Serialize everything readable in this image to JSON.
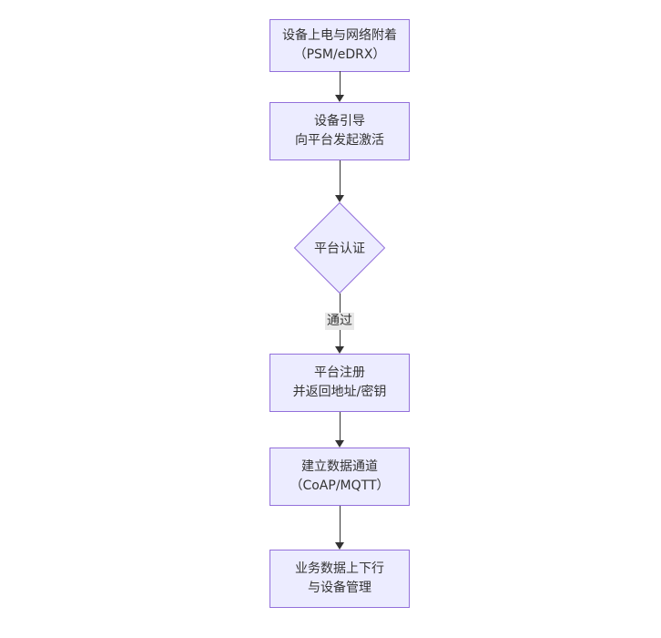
{
  "diagram": {
    "type": "flowchart",
    "direction": "top-down",
    "nodes": {
      "power_on": {
        "shape": "rect",
        "line1": "设备上电与网络附着",
        "line2": "（PSM/eDRX）"
      },
      "bootstrap": {
        "shape": "rect",
        "line1": "设备引导",
        "line2": "向平台发起激活"
      },
      "auth": {
        "shape": "diamond",
        "line1": "平台认证"
      },
      "register": {
        "shape": "rect",
        "line1": "平台注册",
        "line2": "并返回地址/密钥"
      },
      "channel": {
        "shape": "rect",
        "line1": "建立数据通道",
        "line2": "（CoAP/MQTT）"
      },
      "business": {
        "shape": "rect",
        "line1": "业务数据上下行",
        "line2": "与设备管理"
      }
    },
    "edges": {
      "power_on_to_bootstrap": {
        "from": "power_on",
        "to": "bootstrap",
        "label": ""
      },
      "bootstrap_to_auth": {
        "from": "bootstrap",
        "to": "auth",
        "label": ""
      },
      "auth_to_register": {
        "from": "auth",
        "to": "register",
        "label": "通过"
      },
      "register_to_channel": {
        "from": "register",
        "to": "channel",
        "label": ""
      },
      "channel_to_business": {
        "from": "channel",
        "to": "business",
        "label": ""
      }
    },
    "colors": {
      "node_fill": "#ECECFF",
      "node_border": "#9370DB",
      "text": "#333333",
      "arrow": "#333333",
      "edge_label_bg": "#e8e8e8",
      "canvas_bg": "#ffffff"
    }
  }
}
